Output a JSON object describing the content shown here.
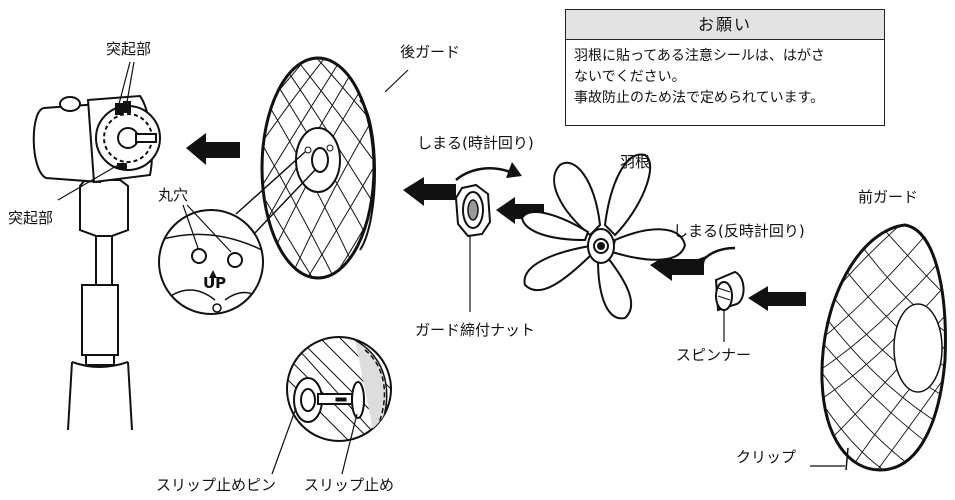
{
  "notice": {
    "title": "お願い",
    "lines": [
      "羽根に貼ってある注意シールは、はがさ",
      "ないでください。",
      "事故防止のため法で定められています。"
    ]
  },
  "labels": {
    "protrusion_top": "突起部",
    "protrusion_left": "突起部",
    "rear_guard": "後ガード",
    "round_holes": "丸穴",
    "up_mark": "UP",
    "tighten_clockwise": "しまる(時計回り)",
    "blade": "羽根",
    "front_guard": "前ガード",
    "tighten_counterclockwise": "しまる(反時計回り)",
    "guard_nut": "ガード締付ナット",
    "spinner": "スピンナー",
    "slip_pin": "スリップ止めピン",
    "slip_stopper": "スリップ止め",
    "clip": "クリップ"
  }
}
